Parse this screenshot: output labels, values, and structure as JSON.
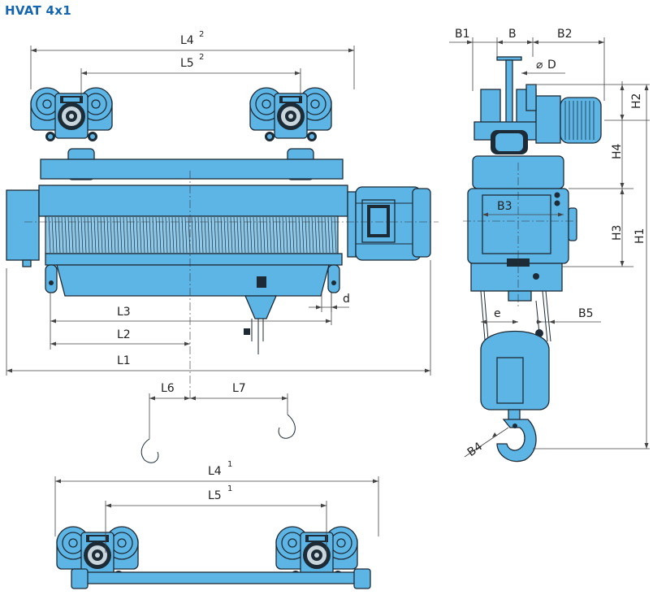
{
  "title": "HVAT 4x1",
  "labels": {
    "L1": "L1",
    "L2": "L2",
    "L3": "L3",
    "L4": "L4",
    "L4_sup_top": "2",
    "L4_sup_bottom": "1",
    "L5": "L5",
    "L5_sup_top": "2",
    "L5_sup_bottom": "1",
    "L6": "L6",
    "L7": "L7",
    "d": "d",
    "B": "B",
    "B1": "B1",
    "B2": "B2",
    "B3": "B3",
    "B4": "B4",
    "B5": "B5",
    "D": "D",
    "e": "e",
    "H1": "H1",
    "H2": "H2",
    "H3": "H3",
    "H4": "H4"
  },
  "colors": {
    "body": "#5db5e6",
    "outline": "#1d2b36",
    "title": "#1565b0"
  }
}
